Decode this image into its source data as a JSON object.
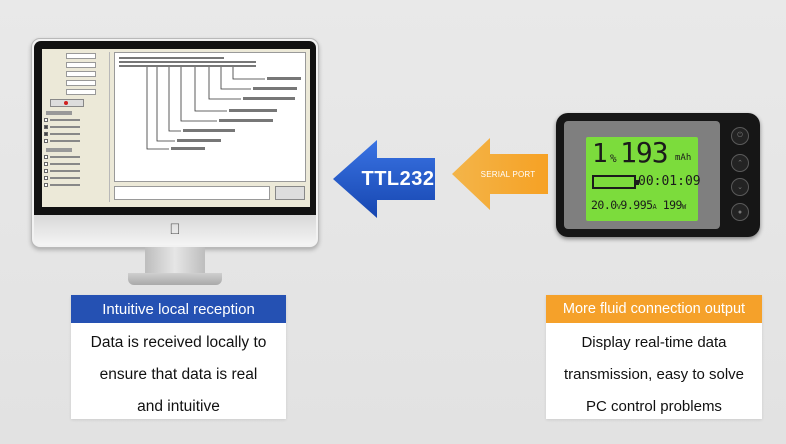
{
  "arrows": {
    "ttl_label": "TTL232",
    "serial_label": "SERIAL PORT",
    "ttl_color": "#1f56c9",
    "serial_color": "#f5a12a"
  },
  "device": {
    "percent_value": "1",
    "percent_unit": "%",
    "capacity_value": "193",
    "capacity_unit": "mAh",
    "time": "00:01:09",
    "voltage": "20.0",
    "voltage_unit": "V",
    "current": "9.995",
    "current_unit": "A",
    "power": "199",
    "power_unit": "W",
    "lcd_color": "#7cdc3c",
    "buttons": [
      "power-icon",
      "up-icon",
      "down-icon",
      "ok-icon"
    ]
  },
  "left_card": {
    "title": "Intuitive local reception",
    "lines": [
      "Data is received locally to",
      "ensure that data is real",
      "and intuitive"
    ],
    "color": "#2551b3"
  },
  "right_card": {
    "title": "More fluid connection output",
    "lines": [
      "Display real-time data",
      "transmission, easy to solve",
      "PC control problems"
    ],
    "color": "#f5a12a"
  }
}
